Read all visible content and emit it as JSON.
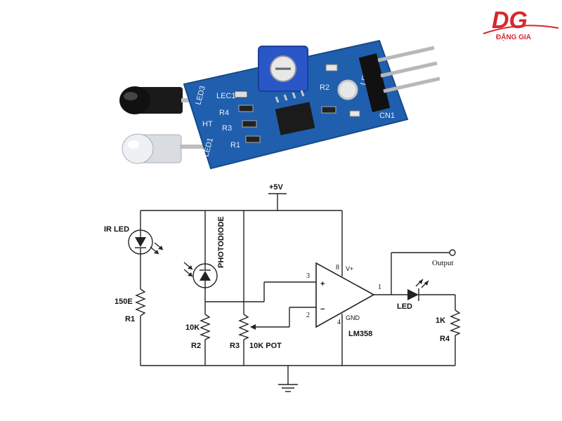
{
  "logo": {
    "mark": "DG",
    "tagline": "ĐẶNG GIA",
    "accent_color": "#d8262c"
  },
  "module": {
    "board_color": "#1f5fae",
    "silkscreen": [
      "LED3",
      "LEC1",
      "R4",
      "HT",
      "R3",
      "LED1",
      "CN1",
      "LED2",
      "R1",
      "R2"
    ]
  },
  "circuit": {
    "supply_label": "+5V",
    "ir_led_label": "IR LED",
    "photodiode_label": "PHOTODIODE",
    "r1_value": "150E",
    "r1_name": "R1",
    "r2_value": "10K",
    "r2_name": "R2",
    "r3_value": "10K POT",
    "r3_name": "R3",
    "opamp_name": "LM358",
    "pin_8": "8",
    "pin_vplus": "V+",
    "pin_3": "3",
    "pin_2": "2",
    "pin_4": "4",
    "pin_gnd": "GND",
    "pin_1": "1",
    "plus_sign": "+",
    "minus_sign": "−",
    "led_label": "LED",
    "r4_value": "1K",
    "r4_name": "R4",
    "output_label": "Output"
  }
}
